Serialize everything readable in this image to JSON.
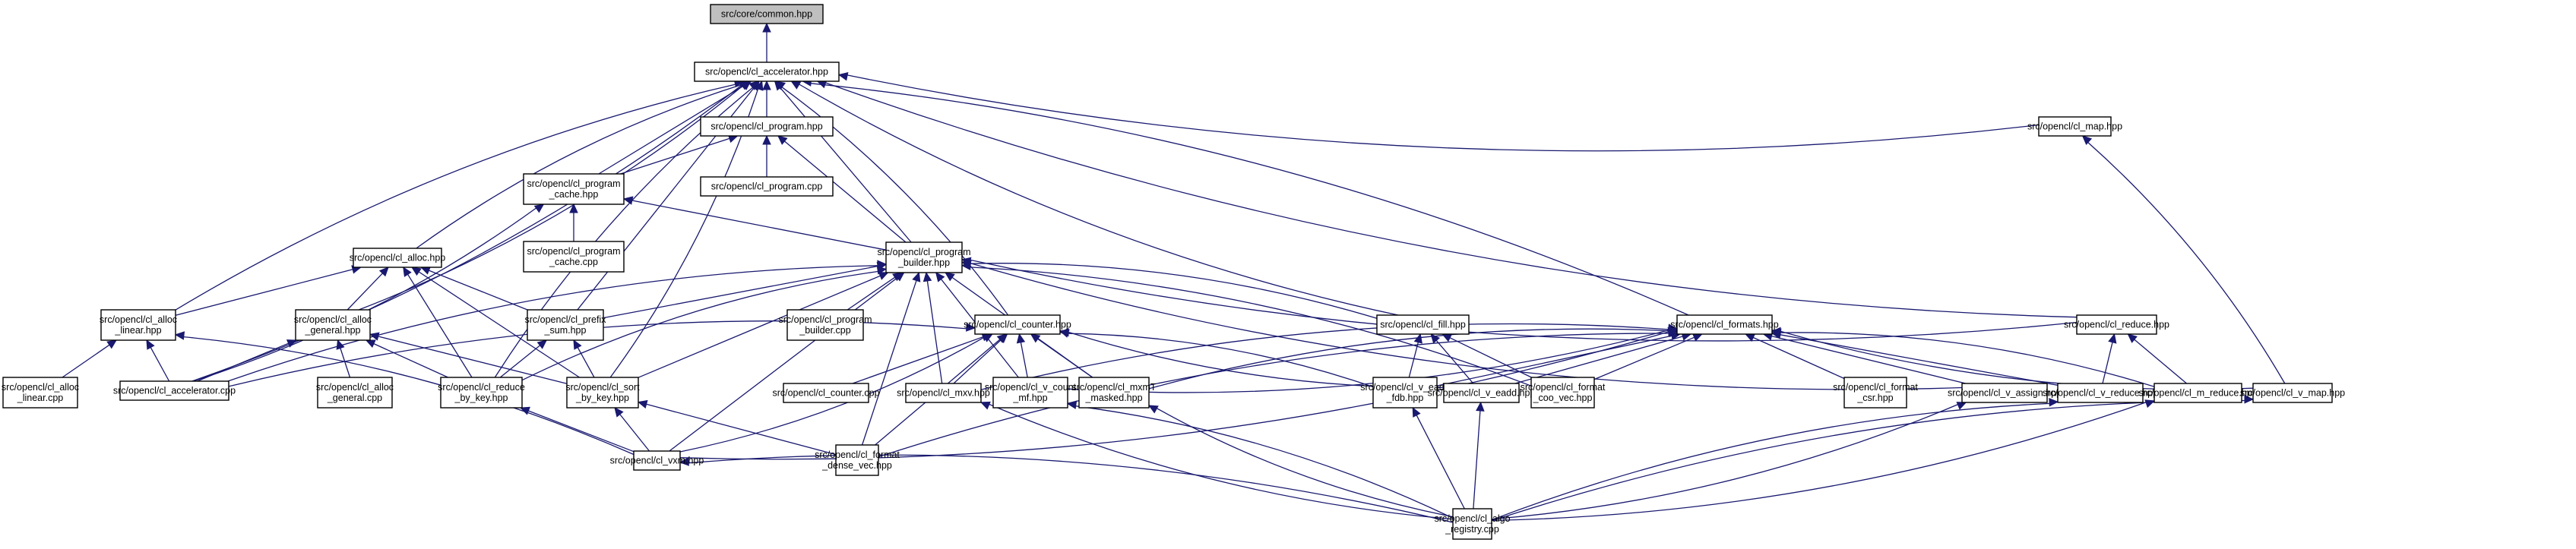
{
  "title": "Include dependency graph for src/core/common.hpp",
  "colors": {
    "edge": "#191970",
    "root_fill": "#bfbfbf",
    "node_fill": "#ffffff",
    "border": "#000000"
  },
  "nodes": [
    {
      "id": "common",
      "lines": [
        "src/core/common.hpp"
      ],
      "root": true
    },
    {
      "id": "accel_hpp",
      "lines": [
        "src/opencl/cl_accelerator.hpp"
      ]
    },
    {
      "id": "program_hpp",
      "lines": [
        "src/opencl/cl_program.hpp"
      ]
    },
    {
      "id": "program_cpp",
      "lines": [
        "src/opencl/cl_program.cpp"
      ]
    },
    {
      "id": "map_hpp",
      "lines": [
        "src/opencl/cl_map.hpp"
      ]
    },
    {
      "id": "pcache_hpp",
      "lines": [
        "src/opencl/cl_program",
        "_cache.hpp"
      ]
    },
    {
      "id": "pcache_cpp",
      "lines": [
        "src/opencl/cl_program",
        "_cache.cpp"
      ]
    },
    {
      "id": "alloc_hpp",
      "lines": [
        "src/opencl/cl_alloc.hpp"
      ]
    },
    {
      "id": "pbuilder_hpp",
      "lines": [
        "src/opencl/cl_program",
        "_builder.hpp"
      ]
    },
    {
      "id": "alloc_linear_hpp",
      "lines": [
        "src/opencl/cl_alloc",
        "_linear.hpp"
      ]
    },
    {
      "id": "alloc_general_hpp",
      "lines": [
        "src/opencl/cl_alloc",
        "_general.hpp"
      ]
    },
    {
      "id": "prefix_sum_hpp",
      "lines": [
        "src/opencl/cl_prefix",
        "_sum.hpp"
      ]
    },
    {
      "id": "pbuilder_cpp",
      "lines": [
        "src/opencl/cl_program",
        "_builder.cpp"
      ]
    },
    {
      "id": "counter_hpp",
      "lines": [
        "src/opencl/cl_counter.hpp"
      ]
    },
    {
      "id": "fill_hpp",
      "lines": [
        "src/opencl/cl_fill.hpp"
      ]
    },
    {
      "id": "formats_hpp",
      "lines": [
        "src/opencl/cl_formats.hpp"
      ]
    },
    {
      "id": "reduce_hpp",
      "lines": [
        "src/opencl/cl_reduce.hpp"
      ]
    },
    {
      "id": "alloc_linear_cpp",
      "lines": [
        "src/opencl/cl_alloc",
        "_linear.cpp"
      ]
    },
    {
      "id": "accel_cpp",
      "lines": [
        "src/opencl/cl_accelerator.cpp"
      ]
    },
    {
      "id": "alloc_general_cpp",
      "lines": [
        "src/opencl/cl_alloc",
        "_general.cpp"
      ]
    },
    {
      "id": "reduce_by_key_hpp",
      "lines": [
        "src/opencl/cl_reduce",
        "_by_key.hpp"
      ]
    },
    {
      "id": "sort_by_key_hpp",
      "lines": [
        "src/opencl/cl_sort",
        "_by_key.hpp"
      ]
    },
    {
      "id": "counter_cpp",
      "lines": [
        "src/opencl/cl_counter.cpp"
      ]
    },
    {
      "id": "mxv_hpp",
      "lines": [
        "src/opencl/cl_mxv.hpp"
      ]
    },
    {
      "id": "v_count_mf_hpp",
      "lines": [
        "src/opencl/cl_v_count",
        "_mf.hpp"
      ]
    },
    {
      "id": "mxmT_masked_hpp",
      "lines": [
        "src/opencl/cl_mxmT",
        "_masked.hpp"
      ]
    },
    {
      "id": "v_eadd_fdb_hpp",
      "lines": [
        "src/opencl/cl_v_eadd",
        "_fdb.hpp"
      ]
    },
    {
      "id": "v_eadd_hpp",
      "lines": [
        "src/opencl/cl_v_eadd.hpp"
      ]
    },
    {
      "id": "format_coo_vec_hpp",
      "lines": [
        "src/opencl/cl_format",
        "_coo_vec.hpp"
      ]
    },
    {
      "id": "format_csr_hpp",
      "lines": [
        "src/opencl/cl_format",
        "_csr.hpp"
      ]
    },
    {
      "id": "v_assign_hpp",
      "lines": [
        "src/opencl/cl_v_assign.hpp"
      ]
    },
    {
      "id": "v_reduce_hpp",
      "lines": [
        "src/opencl/cl_v_reduce.hpp"
      ]
    },
    {
      "id": "m_reduce_hpp",
      "lines": [
        "src/opencl/cl_m_reduce.hpp"
      ]
    },
    {
      "id": "v_map_hpp",
      "lines": [
        "src/opencl/cl_v_map.hpp"
      ]
    },
    {
      "id": "vxm_hpp",
      "lines": [
        "src/opencl/cl_vxm.hpp"
      ]
    },
    {
      "id": "format_dense_vec_hpp",
      "lines": [
        "src/opencl/cl_format",
        "_dense_vec.hpp"
      ]
    },
    {
      "id": "algo_registry_cpp",
      "lines": [
        "src/opencl/cl_algo",
        "_registry.cpp"
      ]
    }
  ],
  "edges": [
    [
      "accel_hpp",
      "common"
    ],
    [
      "program_hpp",
      "accel_hpp"
    ],
    [
      "map_hpp",
      "accel_hpp"
    ],
    [
      "pcache_hpp",
      "accel_hpp"
    ],
    [
      "alloc_hpp",
      "accel_hpp"
    ],
    [
      "pbuilder_hpp",
      "accel_hpp"
    ],
    [
      "alloc_linear_hpp",
      "accel_hpp"
    ],
    [
      "alloc_general_hpp",
      "accel_hpp"
    ],
    [
      "prefix_sum_hpp",
      "accel_hpp"
    ],
    [
      "counter_hpp",
      "accel_hpp"
    ],
    [
      "fill_hpp",
      "accel_hpp"
    ],
    [
      "formats_hpp",
      "accel_hpp"
    ],
    [
      "reduce_hpp",
      "accel_hpp"
    ],
    [
      "accel_cpp",
      "accel_hpp"
    ],
    [
      "reduce_by_key_hpp",
      "accel_hpp"
    ],
    [
      "sort_by_key_hpp",
      "accel_hpp"
    ],
    [
      "program_cpp",
      "program_hpp"
    ],
    [
      "pcache_hpp",
      "program_hpp"
    ],
    [
      "pbuilder_hpp",
      "program_hpp"
    ],
    [
      "pcache_cpp",
      "pcache_hpp"
    ],
    [
      "pbuilder_hpp",
      "pcache_hpp"
    ],
    [
      "accel_cpp",
      "pcache_hpp"
    ],
    [
      "alloc_linear_hpp",
      "alloc_hpp"
    ],
    [
      "alloc_general_hpp",
      "alloc_hpp"
    ],
    [
      "prefix_sum_hpp",
      "alloc_hpp"
    ],
    [
      "reduce_by_key_hpp",
      "alloc_hpp"
    ],
    [
      "sort_by_key_hpp",
      "alloc_hpp"
    ],
    [
      "alloc_linear_cpp",
      "alloc_linear_hpp"
    ],
    [
      "accel_cpp",
      "alloc_linear_hpp"
    ],
    [
      "vxm_hpp",
      "alloc_linear_hpp"
    ],
    [
      "accel_cpp",
      "alloc_general_hpp"
    ],
    [
      "alloc_general_cpp",
      "alloc_general_hpp"
    ],
    [
      "reduce_by_key_hpp",
      "alloc_general_hpp"
    ],
    [
      "sort_by_key_hpp",
      "alloc_general_hpp"
    ],
    [
      "reduce_by_key_hpp",
      "prefix_sum_hpp"
    ],
    [
      "sort_by_key_hpp",
      "prefix_sum_hpp"
    ],
    [
      "pbuilder_cpp",
      "pbuilder_hpp"
    ],
    [
      "prefix_sum_hpp",
      "pbuilder_hpp"
    ],
    [
      "reduce_by_key_hpp",
      "pbuilder_hpp"
    ],
    [
      "sort_by_key_hpp",
      "pbuilder_hpp"
    ],
    [
      "accel_cpp",
      "pbuilder_hpp"
    ],
    [
      "fill_hpp",
      "pbuilder_hpp"
    ],
    [
      "reduce_hpp",
      "pbuilder_hpp"
    ],
    [
      "mxv_hpp",
      "pbuilder_hpp"
    ],
    [
      "v_count_mf_hpp",
      "pbuilder_hpp"
    ],
    [
      "mxmT_masked_hpp",
      "pbuilder_hpp"
    ],
    [
      "v_assign_hpp",
      "pbuilder_hpp"
    ],
    [
      "vxm_hpp",
      "pbuilder_hpp"
    ],
    [
      "format_dense_vec_hpp",
      "pbuilder_hpp"
    ],
    [
      "format_coo_vec_hpp",
      "pbuilder_hpp"
    ],
    [
      "counter_cpp",
      "counter_hpp"
    ],
    [
      "mxv_hpp",
      "counter_hpp"
    ],
    [
      "v_count_mf_hpp",
      "counter_hpp"
    ],
    [
      "mxmT_masked_hpp",
      "counter_hpp"
    ],
    [
      "format_dense_vec_hpp",
      "counter_hpp"
    ],
    [
      "vxm_hpp",
      "counter_hpp"
    ],
    [
      "accel_cpp",
      "counter_hpp"
    ],
    [
      "v_eadd_fdb_hpp",
      "counter_hpp"
    ],
    [
      "v_eadd_hpp",
      "counter_hpp"
    ],
    [
      "v_eadd_fdb_hpp",
      "fill_hpp"
    ],
    [
      "v_eadd_hpp",
      "fill_hpp"
    ],
    [
      "format_coo_vec_hpp",
      "fill_hpp"
    ],
    [
      "mxv_hpp",
      "formats_hpp"
    ],
    [
      "v_count_mf_hpp",
      "formats_hpp"
    ],
    [
      "mxmT_masked_hpp",
      "formats_hpp"
    ],
    [
      "v_eadd_fdb_hpp",
      "formats_hpp"
    ],
    [
      "v_eadd_hpp",
      "formats_hpp"
    ],
    [
      "format_coo_vec_hpp",
      "formats_hpp"
    ],
    [
      "format_csr_hpp",
      "formats_hpp"
    ],
    [
      "v_assign_hpp",
      "formats_hpp"
    ],
    [
      "v_reduce_hpp",
      "formats_hpp"
    ],
    [
      "m_reduce_hpp",
      "formats_hpp"
    ],
    [
      "v_map_hpp",
      "formats_hpp"
    ],
    [
      "vxm_hpp",
      "formats_hpp"
    ],
    [
      "format_dense_vec_hpp",
      "formats_hpp"
    ],
    [
      "v_reduce_hpp",
      "reduce_hpp"
    ],
    [
      "m_reduce_hpp",
      "reduce_hpp"
    ],
    [
      "v_map_hpp",
      "map_hpp"
    ],
    [
      "vxm_hpp",
      "reduce_by_key_hpp"
    ],
    [
      "vxm_hpp",
      "sort_by_key_hpp"
    ],
    [
      "format_dense_vec_hpp",
      "sort_by_key_hpp"
    ],
    [
      "algo_registry_cpp",
      "vxm_hpp"
    ],
    [
      "algo_registry_cpp",
      "mxv_hpp"
    ],
    [
      "algo_registry_cpp",
      "v_count_mf_hpp"
    ],
    [
      "algo_registry_cpp",
      "mxmT_masked_hpp"
    ],
    [
      "algo_registry_cpp",
      "v_eadd_fdb_hpp"
    ],
    [
      "algo_registry_cpp",
      "v_eadd_hpp"
    ],
    [
      "algo_registry_cpp",
      "v_assign_hpp"
    ],
    [
      "algo_registry_cpp",
      "v_reduce_hpp"
    ],
    [
      "algo_registry_cpp",
      "m_reduce_hpp"
    ],
    [
      "algo_registry_cpp",
      "v_map_hpp"
    ]
  ]
}
